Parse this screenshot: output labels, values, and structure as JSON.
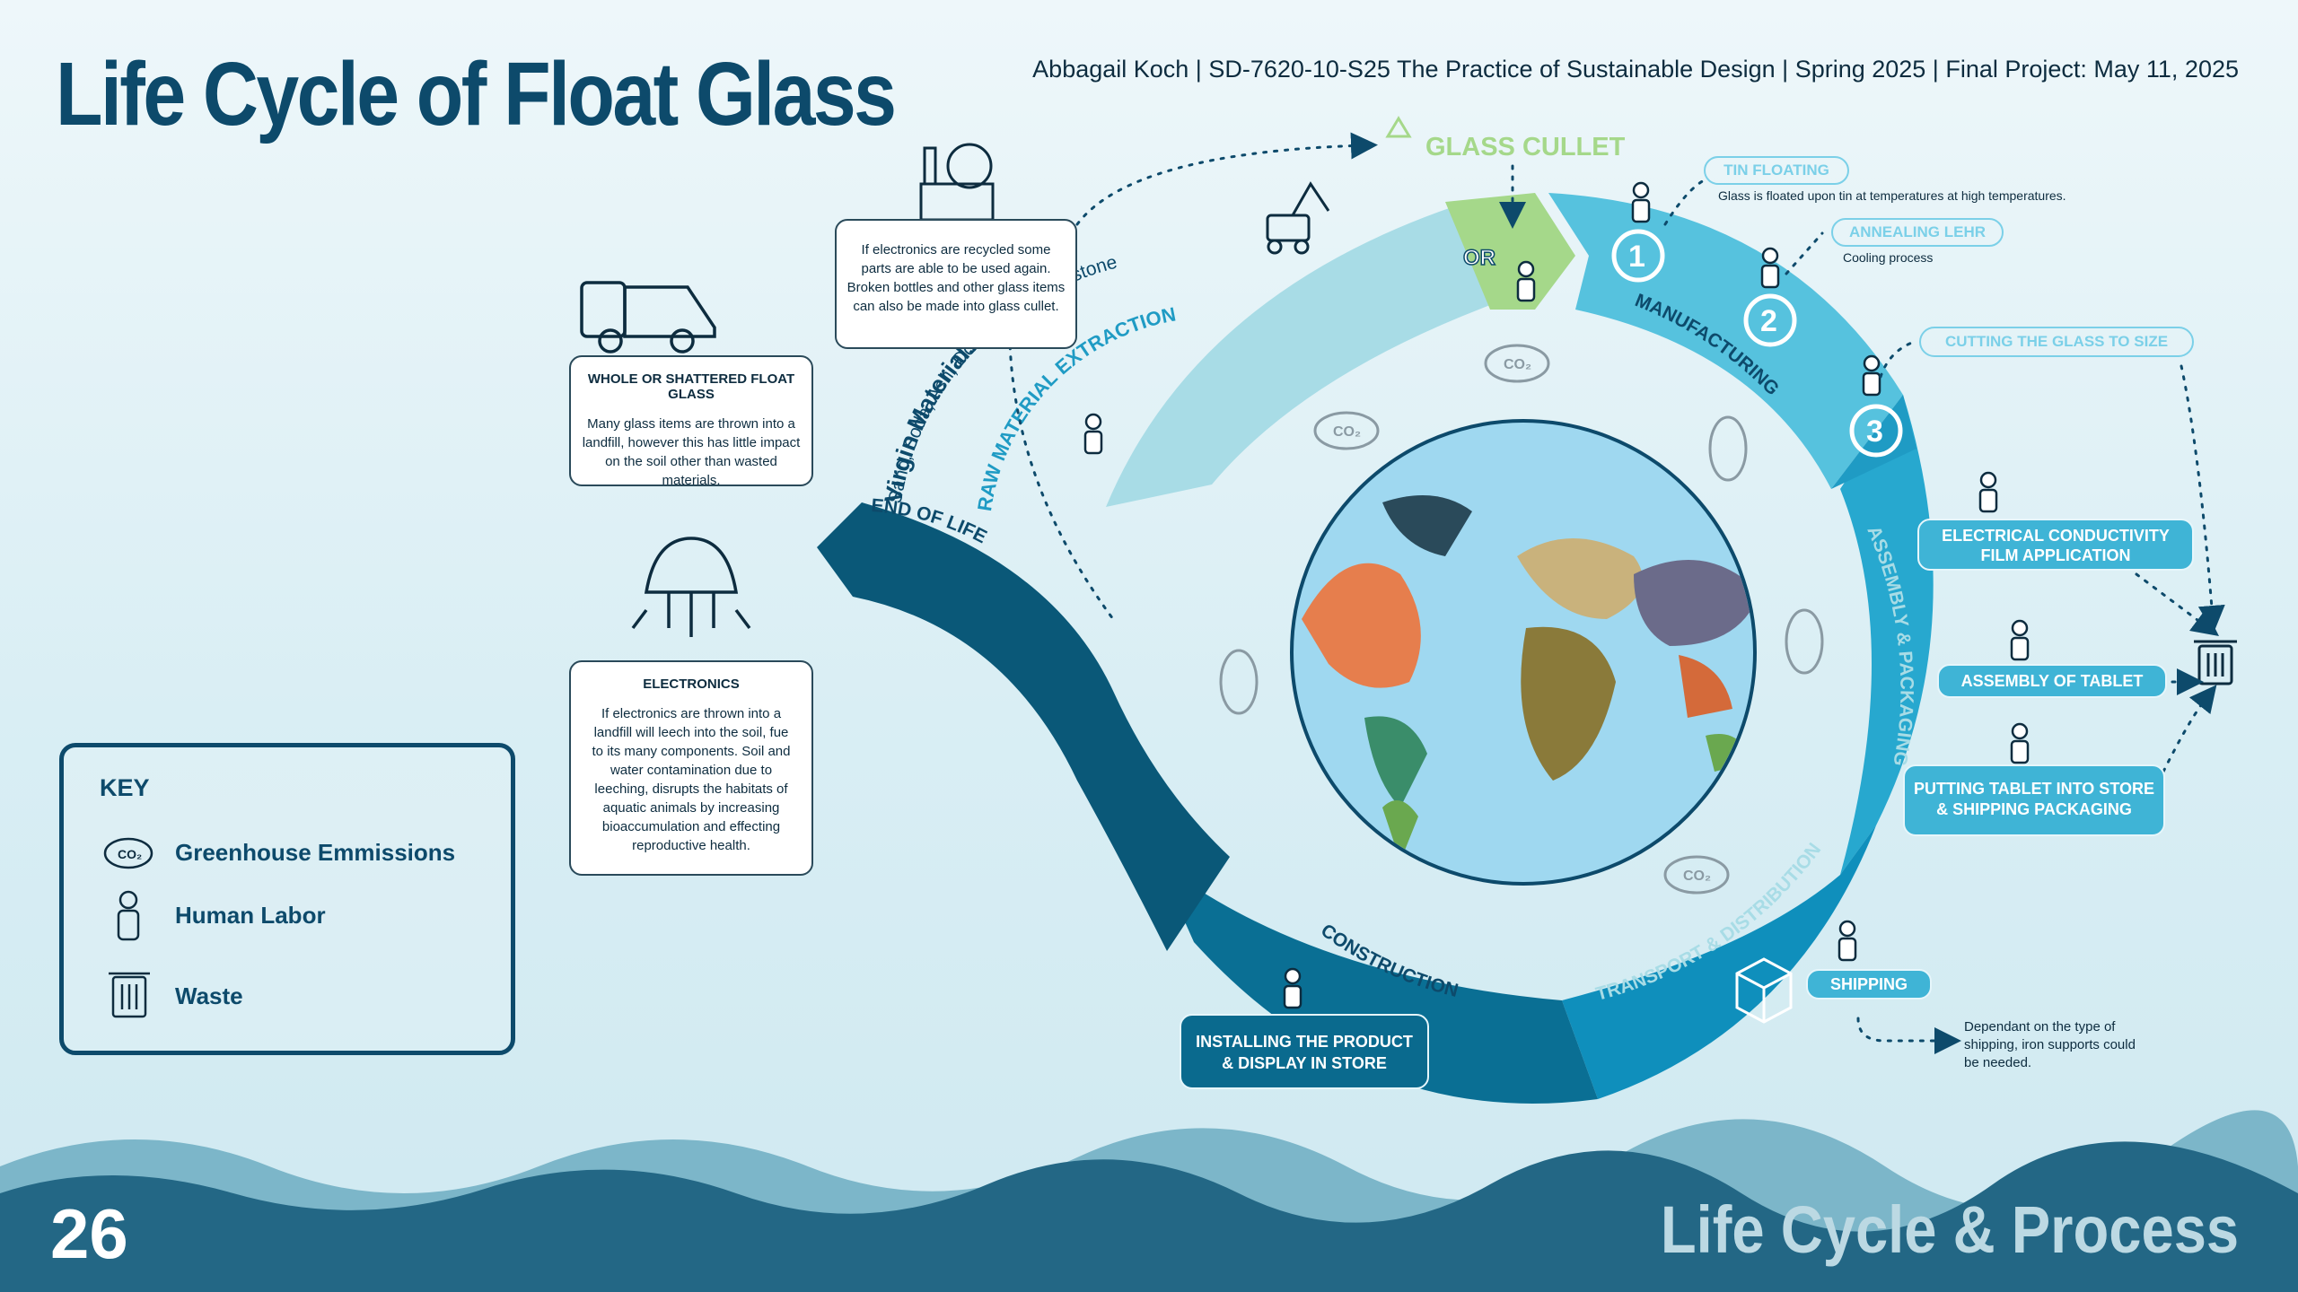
{
  "header": {
    "title": "Life Cycle of Float Glass",
    "meta": "Abbagail Koch | SD-7620-10-S25 The Practice of Sustainable Design  | Spring 2025 |  Final Project: May 11, 2025"
  },
  "cycle": {
    "raw_title": "Virgin Materials:",
    "raw_subtitle": "Sand, Soda, Ash, Dolomite, & Limestone",
    "raw_stage": "RAW MATERIAL EXTRACTION",
    "or_label": "OR",
    "glass_cullet": "GLASS CULLET",
    "manufacturing": "MANUFACTURING",
    "assembly": "ASSEMBLY & PACKAGING",
    "transport": "TRANSPORT & DISTRIBUTION",
    "construction": "CONSTRUCTION",
    "end_of_life": "END OF LIFE"
  },
  "steps": {
    "s1": "1",
    "s2": "2",
    "s3": "3",
    "tin_floating": "TIN FLOATING",
    "tin_desc": "Glass is floated upon tin at temperatures at high temperatures.",
    "annealing": "ANNEALING LEHR",
    "annealing_desc": "Cooling process",
    "cutting": "CUTTING THE GLASS TO SIZE",
    "film": "ELECTRICAL CONDUCTIVITY FILM APPLICATION",
    "assembly_tablet": "ASSEMBLY OF TABLET",
    "putting_tablet": "PUTTING TABLET INTO STORE & SHIPPING PACKAGING",
    "shipping": "SHIPPING",
    "shipping_note": "Dependant on the type of shipping, iron supports could be needed.",
    "installing": "INSTALLING THE PRODUCT & DISPLAY IN STORE"
  },
  "cards": {
    "recycle": "If electronics are recycled some parts are able to be used again. Broken bottles and other glass items can also be made into glass cullet.",
    "landfill_title": "WHOLE OR SHATTERED FLOAT GLASS",
    "landfill_body": "Many glass items are thrown into a landfill, however this has little impact on the soil other than wasted materials.",
    "electronics_title": "ELECTRONICS",
    "electronics_body": "If electronics are thrown into a landfill will leech into the soil, fue to its many components. Soil and water contamination due to leeching, disrupts the habitats of aquatic animals by increasing bioaccumulation and effecting reproductive health."
  },
  "key": {
    "title": "KEY",
    "greenhouse": "Greenhouse Emmissions",
    "labor": "Human Labor",
    "waste": "Waste"
  },
  "footer": {
    "page_number": "26",
    "section": "Life Cycle & Process"
  },
  "colors": {
    "navy": "#0d4a6b",
    "light_band": "#a8dce6",
    "manufacturing": "#56c2de",
    "assembly": "#27a8cf",
    "transport": "#0f8fbc",
    "construction": "#0a6f94",
    "end_of_life": "#0a5878",
    "cullet_green": "#a5d88a"
  },
  "icons": [
    "factory-recycle-icon",
    "excavator-icon",
    "garbage-truck-icon",
    "landfill-leech-icon",
    "co2-icon",
    "worker-icon",
    "trash-can-icon",
    "box-icon",
    "recycle-icon",
    "globe-map"
  ]
}
